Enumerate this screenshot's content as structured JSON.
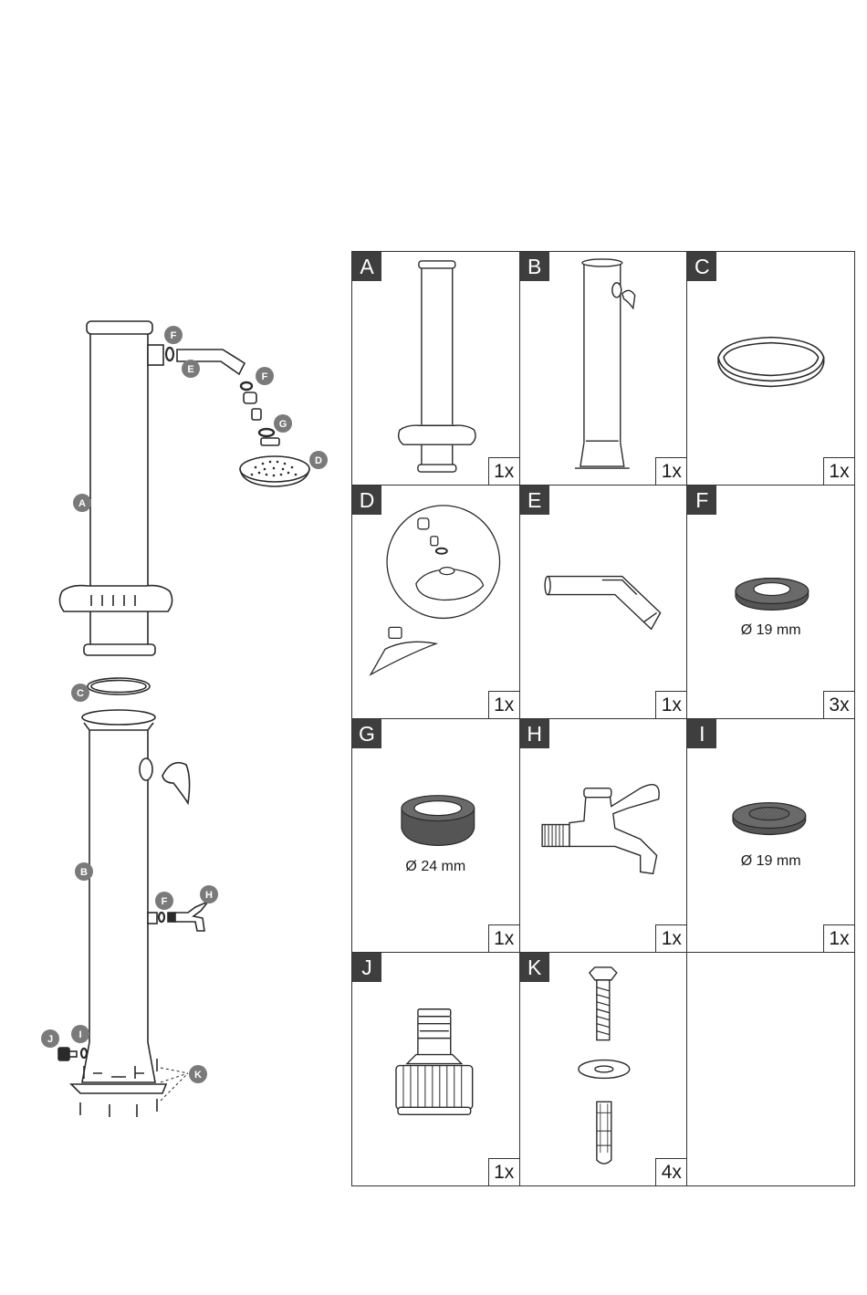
{
  "callouts": {
    "A": "A",
    "B": "B",
    "C": "C",
    "D": "D",
    "E": "E",
    "F": "F",
    "G": "G",
    "H": "H",
    "I": "I",
    "J": "J",
    "K": "K"
  },
  "parts": [
    {
      "letter": "A",
      "qty": "1x",
      "dimension": ""
    },
    {
      "letter": "B",
      "qty": "1x",
      "dimension": ""
    },
    {
      "letter": "C",
      "qty": "1x",
      "dimension": ""
    },
    {
      "letter": "D",
      "qty": "1x",
      "dimension": ""
    },
    {
      "letter": "E",
      "qty": "1x",
      "dimension": ""
    },
    {
      "letter": "F",
      "qty": "3x",
      "dimension": "Ø 19 mm"
    },
    {
      "letter": "G",
      "qty": "1x",
      "dimension": "Ø 24 mm"
    },
    {
      "letter": "H",
      "qty": "1x",
      "dimension": ""
    },
    {
      "letter": "I",
      "qty": "1x",
      "dimension": "Ø 19 mm"
    },
    {
      "letter": "J",
      "qty": "1x",
      "dimension": ""
    },
    {
      "letter": "K",
      "qty": "4x",
      "dimension": ""
    }
  ],
  "colors": {
    "line": "#2a2a2a",
    "callout_fill": "#7a7a7a",
    "label_box": "#3e3e3e",
    "gasket_fill": "#6a6a6a"
  }
}
